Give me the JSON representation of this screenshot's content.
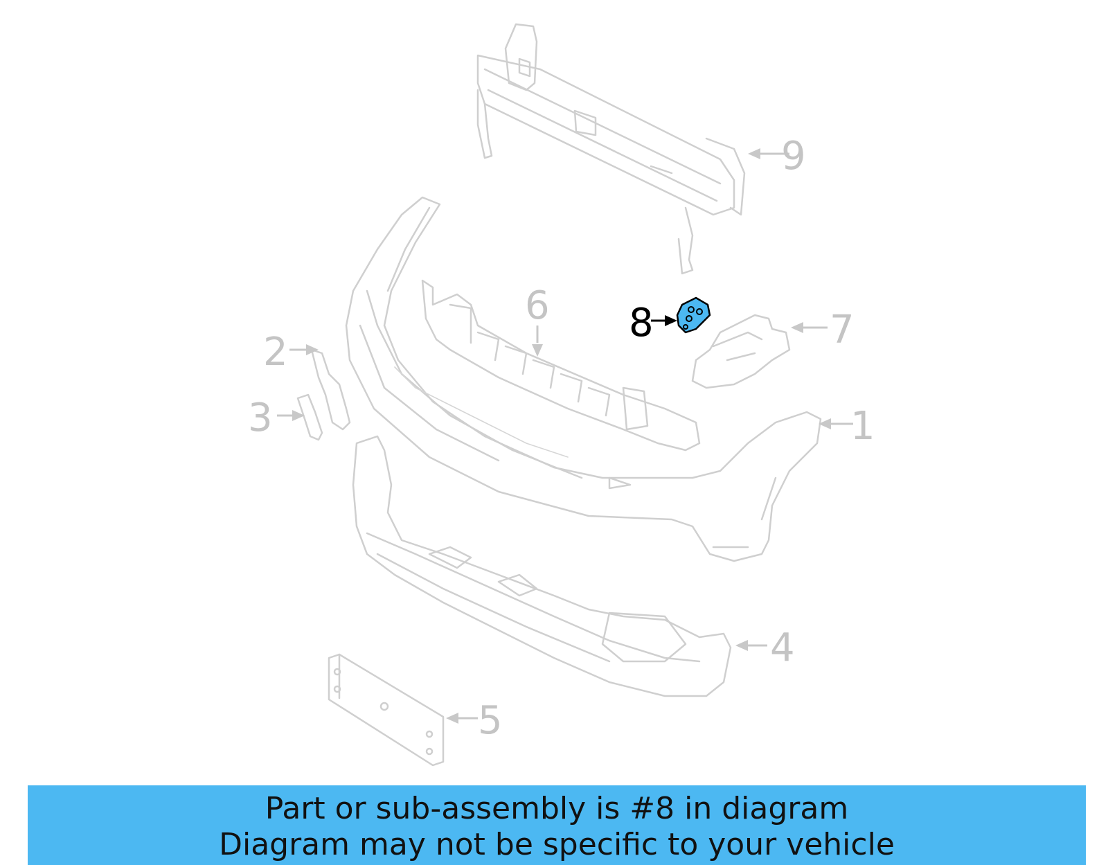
{
  "diagram": {
    "highlight_color": "#4cb8f2",
    "callouts": {
      "p1": "1",
      "p2": "2",
      "p3": "3",
      "p4": "4",
      "p5": "5",
      "p6": "6",
      "p7": "7",
      "p8": "8",
      "p9": "9"
    },
    "highlighted_part": "8"
  },
  "banner": {
    "line1": "Part or sub-assembly is #8 in diagram",
    "line2": "Diagram may not be specific to your vehicle",
    "background": "#4cb8f2"
  }
}
